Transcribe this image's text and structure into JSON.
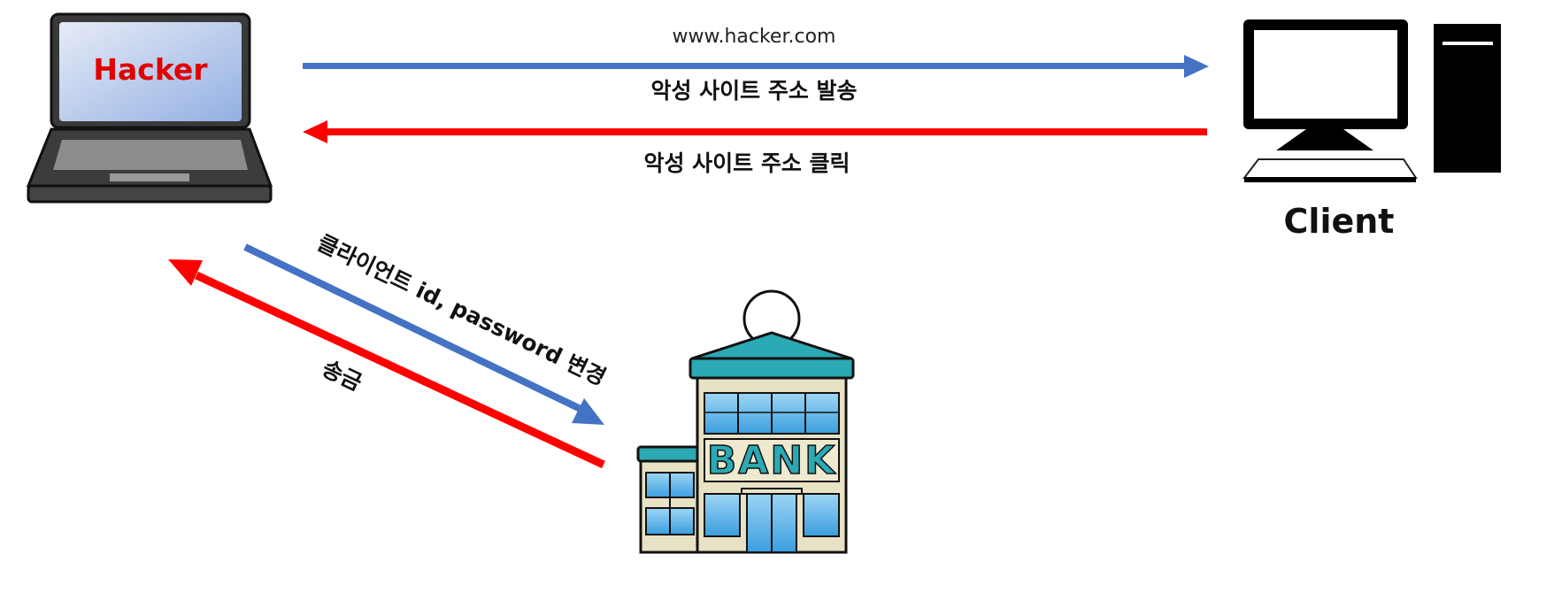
{
  "nodes": {
    "hacker": {
      "label": "Hacker",
      "icon": "laptop-icon"
    },
    "client": {
      "label": "Client",
      "icon": "desktop-computer-icon"
    },
    "bank": {
      "label": "BANK",
      "icon": "bank-building-icon"
    }
  },
  "edges": {
    "hacker_to_client": {
      "url": "www.hacker.com",
      "label": "악성 사이트 주소 발송"
    },
    "client_to_hacker": {
      "label": "악성 사이트 주소 클릭"
    },
    "hacker_to_bank": {
      "label": "클라이언트 id, password 변경"
    },
    "bank_to_hacker": {
      "label": "송금"
    }
  },
  "colors": {
    "blue_arrow": "#4472C4",
    "red_arrow": "#FF0000",
    "hacker_label": "#E00000",
    "bank_teal": "#2BA9B4",
    "glass_blue": "#5EB6E8"
  }
}
